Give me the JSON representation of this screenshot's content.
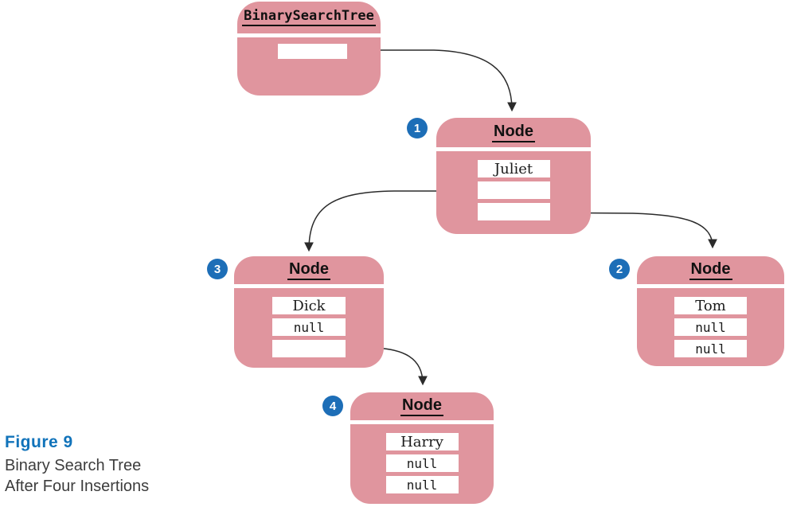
{
  "figure": {
    "label": "Figure 9",
    "caption_line1": "Binary Search Tree",
    "caption_line2": "After Four Insertions"
  },
  "diagram": {
    "bst": {
      "title": "BinarySearchTree",
      "root_field_value": ""
    },
    "nodes": [
      {
        "badge": "1",
        "title": "Node",
        "data_value": "Juliet",
        "left_value": "",
        "right_value": ""
      },
      {
        "badge": "2",
        "title": "Node",
        "data_value": "Tom",
        "left_value": "null",
        "right_value": "null"
      },
      {
        "badge": "3",
        "title": "Node",
        "data_value": "Dick",
        "left_value": "null",
        "right_value": ""
      },
      {
        "badge": "4",
        "title": "Node",
        "data_value": "Harry",
        "left_value": "null",
        "right_value": "null"
      }
    ],
    "edges": [
      {
        "from": "bst.root",
        "to": "node-1 (Juliet)"
      },
      {
        "from": "node-1.left",
        "to": "node-3 (Dick)"
      },
      {
        "from": "node-1.right",
        "to": "node-2 (Tom)"
      },
      {
        "from": "node-3.right",
        "to": "node-4 (Harry)"
      }
    ]
  },
  "colors": {
    "node_fill": "#e0959e",
    "field_bg": "#ffffff",
    "badge_bg": "#1d6eb7",
    "badge_text": "#ffffff",
    "figure_blue": "#1173ba",
    "caption_text": "#3d3d3d",
    "arrow": "#2b2b2b",
    "title_text": "#111111"
  }
}
